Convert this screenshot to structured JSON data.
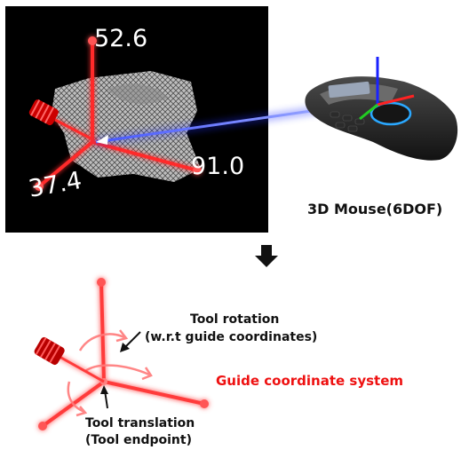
{
  "viewer": {
    "axis_labels": [
      "52.6",
      "91.0",
      "37.4"
    ]
  },
  "device": {
    "label": "3D Mouse(6DOF)"
  },
  "tool_diagram": {
    "rotation_line1": "Tool rotation",
    "rotation_line2": "(w.r.t guide coordinates)",
    "guide_label": "Guide coordinate system",
    "translation_line1": "Tool translation",
    "translation_line2": "(Tool endpoint)"
  },
  "colors": {
    "axis_red": "#ff2a2a",
    "link_blue": "#2233ff",
    "guide_text_red": "#ee1111"
  }
}
